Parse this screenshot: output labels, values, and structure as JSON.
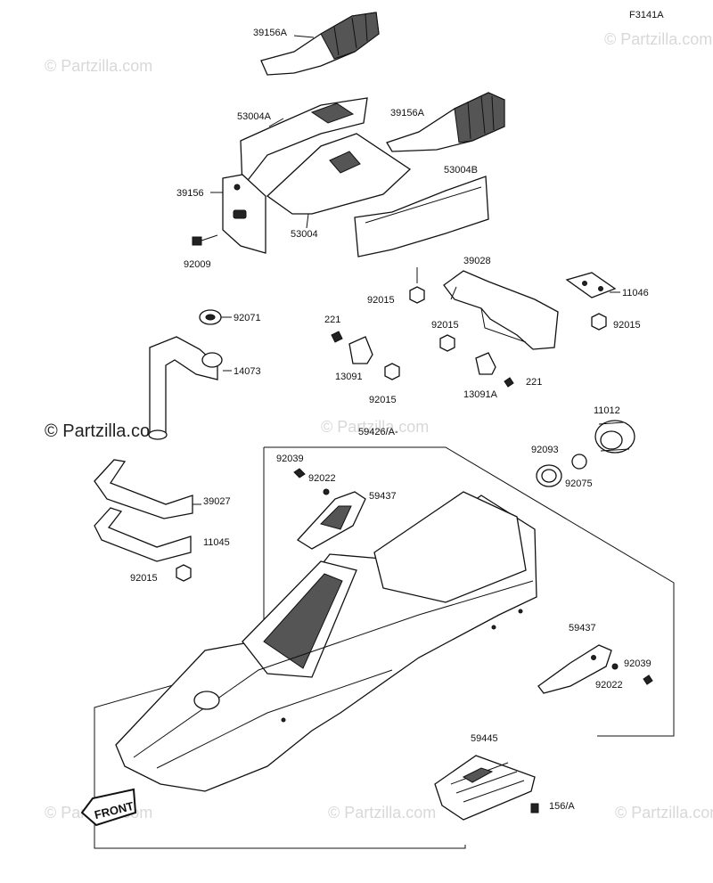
{
  "figure_id": "F3141A",
  "watermarks": {
    "corner": "© Partzilla.com",
    "center": "© Partzilla.com"
  },
  "front_label": "FRONT",
  "parts": {
    "p39156A_top": "39156A",
    "p39156A_right": "39156A",
    "p53004A": "53004A",
    "p53004B": "53004B",
    "p53004": "53004",
    "p39156": "39156",
    "p92009": "92009",
    "p39028": "39028",
    "p11046": "11046",
    "p92015_a": "92015",
    "p92015_b": "92015",
    "p92015_c": "92015",
    "p92015_d": "92015",
    "p92015_e": "92015",
    "p92071": "92071",
    "p14073": "14073",
    "p221_a": "221",
    "p221_b": "221",
    "p13091": "13091",
    "p13091A": "13091A",
    "p11012": "11012",
    "p92093": "92093",
    "p92075": "92075",
    "p59426": "59426/A-",
    "p92039_a": "92039",
    "p92022_a": "92022",
    "p59437_a": "59437",
    "p39027": "39027",
    "p11045": "11045",
    "p59437_b": "59437",
    "p92039_b": "92039",
    "p92022_b": "92022",
    "p59445": "59445",
    "p156A": "156/A"
  }
}
